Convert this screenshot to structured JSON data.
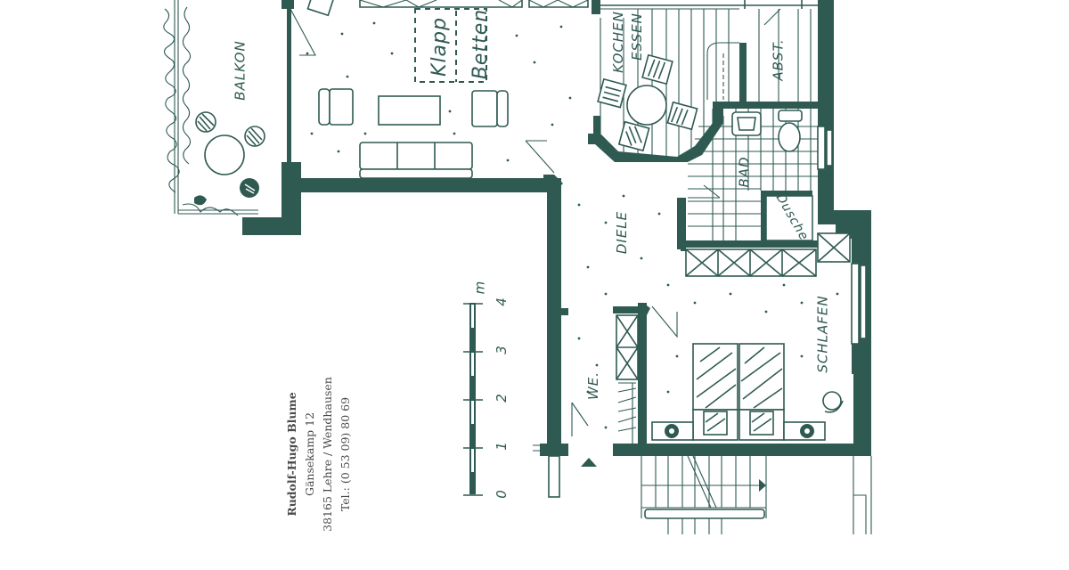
{
  "plan": {
    "type": "apartment floor plan",
    "wall_color": "#2f5a52",
    "background_color": "#ffffff",
    "orientation": "rotated 90deg counter-clockwise",
    "rooms": [
      {
        "id": "balkon",
        "label": "BALKON"
      },
      {
        "id": "klappbetten",
        "label_line1": "Klapp",
        "label_line2": "Betten"
      },
      {
        "id": "kueche",
        "label_line1": "KOCHEN",
        "label_line2": "ESSEN"
      },
      {
        "id": "abstellraum",
        "label": "ABST."
      },
      {
        "id": "bad",
        "label": "BAD"
      },
      {
        "id": "dusche",
        "label": "Dusche"
      },
      {
        "id": "diele",
        "label": "DIELE"
      },
      {
        "id": "wc",
        "label": "WE."
      },
      {
        "id": "schlafen",
        "label": "SCHLAFEN"
      }
    ]
  },
  "scale_bar": {
    "unit": "m",
    "ticks": [
      "0",
      "1",
      "2",
      "3",
      "4"
    ]
  },
  "address": {
    "name": "Rudolf-Hugo Blume",
    "street": "Gänsekamp 12",
    "city": "38165 Lehre / Wendhausen",
    "phone": "Tel.: (0 53 09) 80 69"
  }
}
